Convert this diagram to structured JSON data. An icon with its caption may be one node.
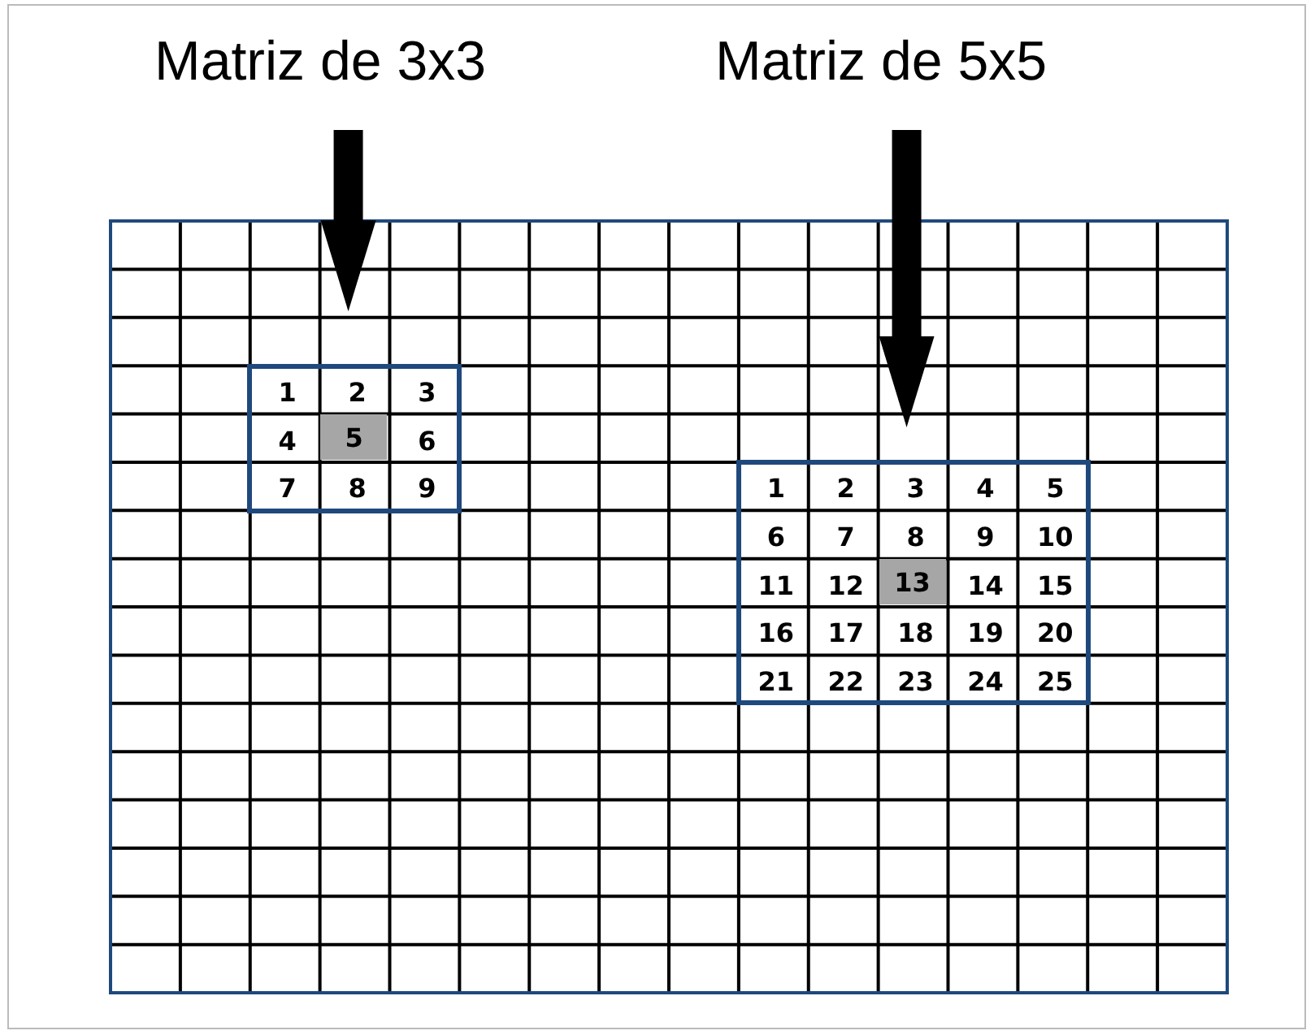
{
  "diagram": {
    "nodes": [
      {
        "text": [
          "Matriz de 3x3"
        ]
      },
      {
        "text": [
          "Matriz de 5x5"
        ]
      },
      {
        "text": [],
        "shape": "box"
      },
      {
        "text": [
          "1"
        ],
        "in": 2
      },
      {
        "text": [
          "2"
        ],
        "in": 2
      },
      {
        "text": [
          "3"
        ],
        "in": 2
      },
      {
        "text": [
          "4"
        ],
        "in": 2
      },
      {
        "text": [
          "5"
        ],
        "in": 2
      },
      {
        "text": [
          "6"
        ],
        "in": 2
      },
      {
        "text": [
          "7"
        ],
        "in": 2
      },
      {
        "text": [
          "8"
        ],
        "in": 2
      },
      {
        "text": [
          "9"
        ],
        "in": 2
      },
      {
        "text": [],
        "shape": "box"
      },
      {
        "text": [
          "1"
        ],
        "in": 12
      },
      {
        "text": [
          "2"
        ],
        "in": 12
      },
      {
        "text": [
          "3"
        ],
        "in": 12
      },
      {
        "text": [
          "4"
        ],
        "in": 12
      },
      {
        "text": [
          "5"
        ],
        "in": 12
      },
      {
        "text": [
          "6"
        ],
        "in": 12
      },
      {
        "text": [
          "7"
        ],
        "in": 12
      },
      {
        "text": [
          "8"
        ],
        "in": 12
      },
      {
        "text": [
          "9"
        ],
        "in": 12
      },
      {
        "text": [
          "10"
        ],
        "in": 12
      },
      {
        "text": [
          "11"
        ],
        "in": 12
      },
      {
        "text": [
          "12"
        ],
        "in": 12
      },
      {
        "text": [
          "13"
        ],
        "in": 12
      },
      {
        "text": [
          "14"
        ],
        "in": 12
      },
      {
        "text": [
          "15"
        ],
        "in": 12
      },
      {
        "text": [
          "16"
        ],
        "in": 12
      },
      {
        "text": [
          "17"
        ],
        "in": 12
      },
      {
        "text": [
          "18"
        ],
        "in": 12
      },
      {
        "text": [
          "19"
        ],
        "in": 12
      },
      {
        "text": [
          "20"
        ],
        "in": 12
      },
      {
        "text": [
          "21"
        ],
        "in": 12
      },
      {
        "text": [
          "22"
        ],
        "in": 12
      },
      {
        "text": [
          "23"
        ],
        "in": 12
      },
      {
        "text": [
          "24"
        ],
        "in": 12
      },
      {
        "text": [
          "25"
        ],
        "in": 12
      }
    ],
    "edges": [
      {
        "from": 0,
        "to": 2,
        "arrow": "to"
      },
      {
        "from": 1,
        "to": 12,
        "arrow": "to"
      }
    ]
  }
}
